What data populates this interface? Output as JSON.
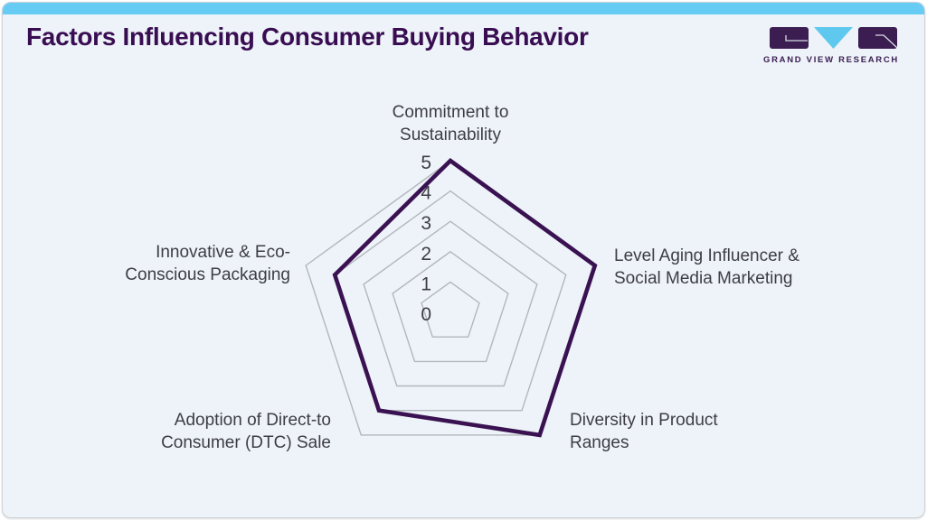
{
  "page": {
    "background": "#ffffff",
    "card_background": "#edf3f8",
    "card_border": "#ccd3d8",
    "topbar_color": "#66ccf4"
  },
  "header": {
    "title": "Factors Influencing Consumer Buying Behavior",
    "title_color": "#390d52"
  },
  "logo": {
    "brand": "GRAND VIEW RESEARCH",
    "block_color": "#3b1d52",
    "triangle_color": "#5fc8ee",
    "glyph_line_color": "#d8dce2"
  },
  "chart_data": {
    "type": "radar",
    "title": "Factors Influencing Consumer Buying Behavior",
    "categories": [
      "Commitment to Sustainability",
      "Level Aging Influencer & Social Media Marketing",
      "Diversity in Product Ranges",
      "Adoption of Direct-to Consumer (DTC) Sale",
      "Innovative & Eco-Conscious Packaging"
    ],
    "values": [
      5,
      5,
      5,
      4,
      4
    ],
    "axis_range": [
      0,
      5
    ],
    "tick_step": 1,
    "ticks": [
      0,
      1,
      2,
      3,
      4,
      5
    ],
    "grid_shape": "pentagon",
    "grid_on": true,
    "legend": "none",
    "grid_color": "#b3b7bb",
    "series_color": "#3a1252",
    "tick_color": "#3e3d47"
  },
  "axis_labels": {
    "top": "Commitment to\nSustainability",
    "right": "Level Aging Influencer &\nSocial Media Marketing",
    "bottom_right": "Diversity in Product\nRanges",
    "bottom_left": "Adoption of Direct-to\nConsumer (DTC) Sale",
    "left": "Innovative & Eco-\nConscious Packaging"
  }
}
